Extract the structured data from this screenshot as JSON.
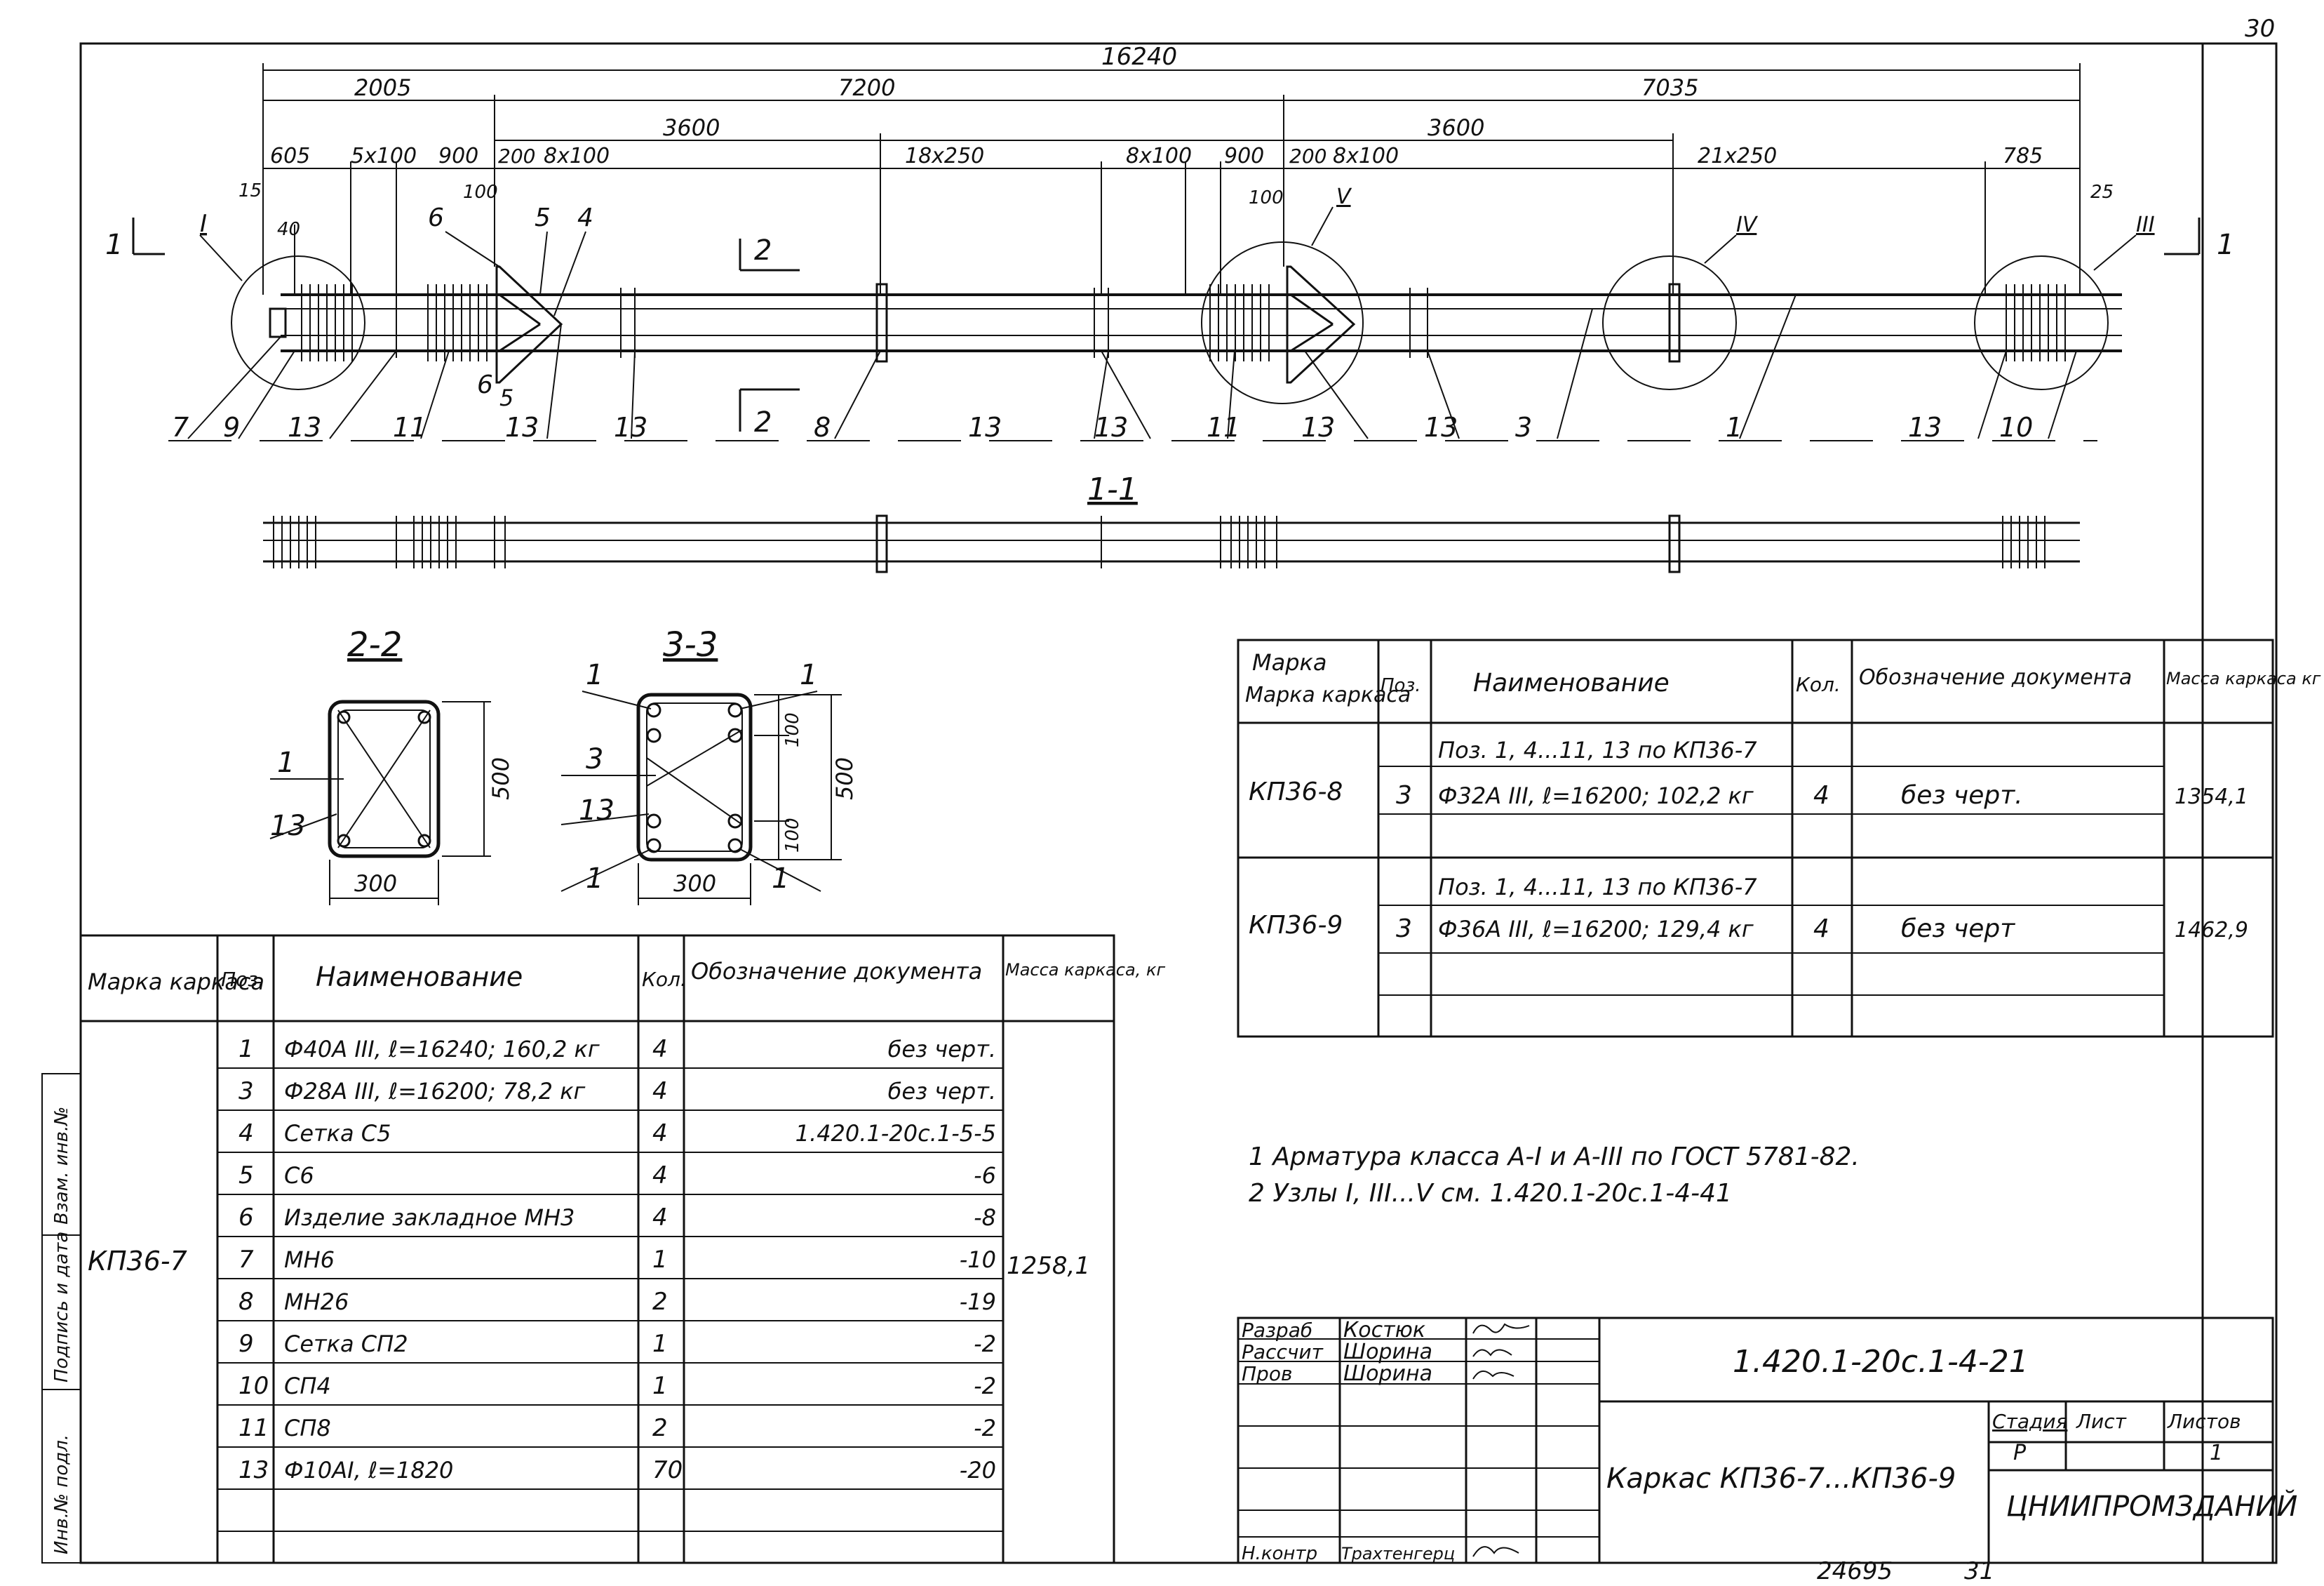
{
  "page": {
    "sheet_number": "30",
    "stamp_number": "24695",
    "page_mark": "31",
    "left_stamp": [
      "Инв.№ подл.",
      "Подпись и дата",
      "Взам. инв.№"
    ]
  },
  "elevation": {
    "dimensions": {
      "overall": "16240",
      "left_span": "2005",
      "middle_span": "7200",
      "right_span": "7035",
      "span_left_3600": "3600",
      "span_right_3600": "3600",
      "d_605": "605",
      "d_5x100": "5x100",
      "d_900_left": "900",
      "d_200_left": "200",
      "d_8x100_a": "8x100",
      "d_18x250": "18x250",
      "d_8x100_b": "8x100",
      "d_900_right": "900",
      "d_200_right": "200",
      "d_8x100_c": "8x100",
      "d_21x250": "21x250",
      "d_785": "785",
      "d_15": "15",
      "d_40": "40",
      "d_100_left": "100",
      "d_100_right": "100",
      "d_25": "25"
    },
    "node_labels": {
      "n1": "I",
      "n3": "III",
      "n4": "IV",
      "n5": "V"
    },
    "section_marks": {
      "s1_left": "1",
      "s1_right": "1",
      "s2_top": "2",
      "s2_bottom": "2"
    },
    "leaders_top": {
      "p6": "6",
      "p5": "5",
      "p4": "4"
    },
    "leaders_bottom": [
      {
        "id": "7",
        "label": "7"
      },
      {
        "id": "9",
        "label": "9"
      },
      {
        "id": "13a",
        "label": "13"
      },
      {
        "id": "11a",
        "label": "11"
      },
      {
        "id": "6b",
        "label": "6"
      },
      {
        "id": "5b",
        "label": "5"
      },
      {
        "id": "13b",
        "label": "13"
      },
      {
        "id": "13c",
        "label": "13"
      },
      {
        "id": "8",
        "label": "8"
      },
      {
        "id": "13d",
        "label": "13"
      },
      {
        "id": "13e",
        "label": "13"
      },
      {
        "id": "11b",
        "label": "11"
      },
      {
        "id": "13f",
        "label": "13"
      },
      {
        "id": "13g",
        "label": "13"
      },
      {
        "id": "3",
        "label": "3"
      },
      {
        "id": "1",
        "label": "1"
      },
      {
        "id": "13h",
        "label": "13"
      },
      {
        "id": "10",
        "label": "10"
      }
    ],
    "section_1_1_title": "1-1"
  },
  "section_2_2": {
    "title": "2-2",
    "width": "300",
    "height": "500",
    "labels": [
      "1",
      "13"
    ]
  },
  "section_3_3": {
    "title": "3-3",
    "width": "300",
    "height": "500",
    "d100_top": "100",
    "d100_bottom": "100",
    "labels": [
      "1",
      "1",
      "3",
      "13",
      "1",
      "1"
    ]
  },
  "right_table": {
    "headers": {
      "mark": "Марка каркаса",
      "pos": "Поз.",
      "name": "Наименование",
      "qty": "Кол.",
      "doc": "Обозначение документа",
      "mass": "Масса каркаса кг"
    },
    "groups": [
      {
        "mark": "КП36-8",
        "mass": "1354,1",
        "rows": [
          {
            "pos": "",
            "name": "Поз. 1, 4...11, 13 по КП36-7",
            "qty": "",
            "doc": ""
          },
          {
            "pos": "3",
            "name": "Ф32А III, ℓ=16200; 102,2 кг",
            "qty": "4",
            "doc": "без черт."
          },
          {
            "pos": "",
            "name": "",
            "qty": "",
            "doc": ""
          }
        ]
      },
      {
        "mark": "КП36-9",
        "mass": "1462,9",
        "rows": [
          {
            "pos": "",
            "name": "Поз. 1, 4...11, 13 по КП36-7",
            "qty": "",
            "doc": ""
          },
          {
            "pos": "3",
            "name": "Ф36А III, ℓ=16200; 129,4 кг",
            "qty": "4",
            "doc": "без черт"
          },
          {
            "pos": "",
            "name": "",
            "qty": "",
            "doc": ""
          },
          {
            "pos": "",
            "name": "",
            "qty": "",
            "doc": ""
          }
        ]
      }
    ]
  },
  "left_table": {
    "headers": {
      "mark": "Марка каркаса",
      "pos": "Поз.",
      "name": "Наименование",
      "qty": "Кол.",
      "doc": "Обозначение документа",
      "mass": "Масса каркаса, кг"
    },
    "mark": "КП36-7",
    "mass": "1258,1",
    "rows": [
      {
        "pos": "1",
        "name": "Ф40А III, ℓ=16240; 160,2 кг",
        "qty": "4",
        "doc": "без черт."
      },
      {
        "pos": "3",
        "name": "Ф28А III, ℓ=16200; 78,2 кг",
        "qty": "4",
        "doc": "без черт."
      },
      {
        "pos": "4",
        "name": "Сетка С5",
        "qty": "4",
        "doc": "1.420.1-20с.1-5-5"
      },
      {
        "pos": "5",
        "name": "С6",
        "qty": "4",
        "doc": "-6"
      },
      {
        "pos": "6",
        "name": "Изделие закладное МН3",
        "qty": "4",
        "doc": "-8"
      },
      {
        "pos": "7",
        "name": "МН6",
        "qty": "1",
        "doc": "-10"
      },
      {
        "pos": "8",
        "name": "МН26",
        "qty": "2",
        "doc": "-19"
      },
      {
        "pos": "9",
        "name": "Сетка СП2",
        "qty": "1",
        "doc": "-2"
      },
      {
        "pos": "10",
        "name": "СП4",
        "qty": "1",
        "doc": "-2"
      },
      {
        "pos": "11",
        "name": "СП8",
        "qty": "2",
        "doc": "-2"
      },
      {
        "pos": "13",
        "name": "Ф10АI, ℓ=1820",
        "qty": "70",
        "doc": "-20"
      }
    ]
  },
  "notes": [
    "1 Арматура класса А-I и А-III по ГОСТ 5781-82.",
    "2 Узлы I, III...V см. 1.420.1-20с.1-4-41"
  ],
  "title_block": {
    "roles": [
      {
        "role": "Разраб",
        "name": "Костюк"
      },
      {
        "role": "Рассчит",
        "name": "Шорина"
      },
      {
        "role": "Пров",
        "name": "Шорина"
      },
      {
        "role": "",
        "name": ""
      },
      {
        "role": "",
        "name": ""
      },
      {
        "role": "",
        "name": ""
      },
      {
        "role": "Н.контр",
        "name": "Трахтенгерц"
      }
    ],
    "doc_code": "1.420.1-20с.1-4-21",
    "title": "Каркас КП36-7...КП36-9",
    "stage_label": "Стадия",
    "sheet_label": "Лист",
    "sheets_label": "Листов",
    "stage": "Р",
    "sheet": "",
    "sheets": "1",
    "org": "ЦНИИПРОМЗДАНИЙ"
  }
}
